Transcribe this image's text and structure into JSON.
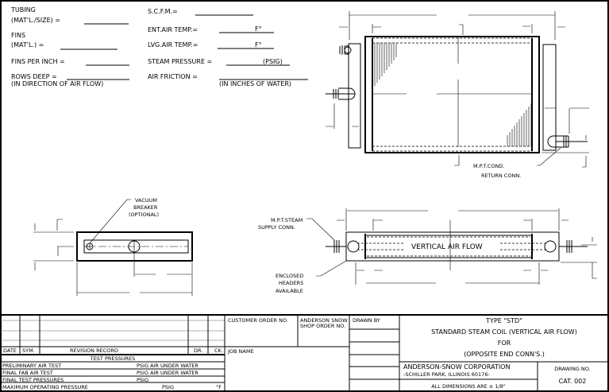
{
  "specs": {
    "tubing": "TUBING",
    "tubing_sub": "(MAT'L./SIZE) =",
    "fins": "FINS",
    "fins_sub": "(MAT'L.) =",
    "fins_per_inch": "FINS PER INCH =",
    "rows_deep": "ROWS DEEP =",
    "rows_deep_sub": "(IN DIRECTION OF AIR FLOW)",
    "scfm": "S.C.F.M.=",
    "ent_air_temp": "ENT.AIR TEMP.=",
    "lvg_air_temp": "LVG.AIR TEMP.=",
    "temp_unit": "F°",
    "steam_pressure": "STEAM PRESSURE =",
    "steam_unit": "(PSIG)",
    "air_friction": "AIR FRICTION =",
    "air_friction_sub": "(IN INCHES OF WATER)"
  },
  "labels": {
    "mpt_cond_1": "M.P.T.COND.",
    "mpt_cond_2": "RETURN CONN.",
    "vacuum_1": "VACUUM",
    "vacuum_2": "BREAKER",
    "vacuum_3": "(OPTIONAL)",
    "mpt_steam_1": "M.P.T.STEAM",
    "mpt_steam_2": "SUPPLY CONN.",
    "enclosed_1": "ENCLOSED",
    "enclosed_2": "HEADERS",
    "enclosed_3": "AVAILABLE",
    "vertical_air_flow": "VERTICAL AIR FLOW"
  },
  "title_block": {
    "revision_headers": [
      "DATE",
      "SYM.",
      "REVISION RECORD",
      "DR.",
      "CK."
    ],
    "test_pressures_title": "TEST PRESSURES",
    "tests": [
      {
        "name": "PRELIMINARY AIR TEST",
        "unit": "PSIG AIR UNDER WATER"
      },
      {
        "name": "FINAL FAB AIR TEST",
        "unit": "PSIG AIR UNDER WATER"
      },
      {
        "name": "FINAL TEST PRESSURES",
        "unit": "PSIG"
      },
      {
        "name": "MAXIMUM OPERATING PRESSURE",
        "unit": "PSIG",
        "unit2": "°F"
      }
    ],
    "customer_order": "CUSTOMER ORDER NO.",
    "shop_order_1": "ANDERSON SNOW",
    "shop_order_2": "SHOP ORDER NO.",
    "drawn_by": "DRAWN BY",
    "job_name": "JOB NAME",
    "type": "TYPE \"STD\"",
    "description": "STANDARD STEAM COIL (VERTICAL AIR FLOW)",
    "for": "FOR",
    "conn": "(OPPOSITE END CONN'S.)",
    "company": "ANDERSON-SNOW CORPORATION",
    "address": "-SCHILLER PARK, ILLINOIS 60176-",
    "tolerance": "ALL DIMENSIONS ARE ± 1/8\"",
    "drawing_no_label": "DRAWING NO.",
    "drawing_no": "CAT. 002"
  }
}
